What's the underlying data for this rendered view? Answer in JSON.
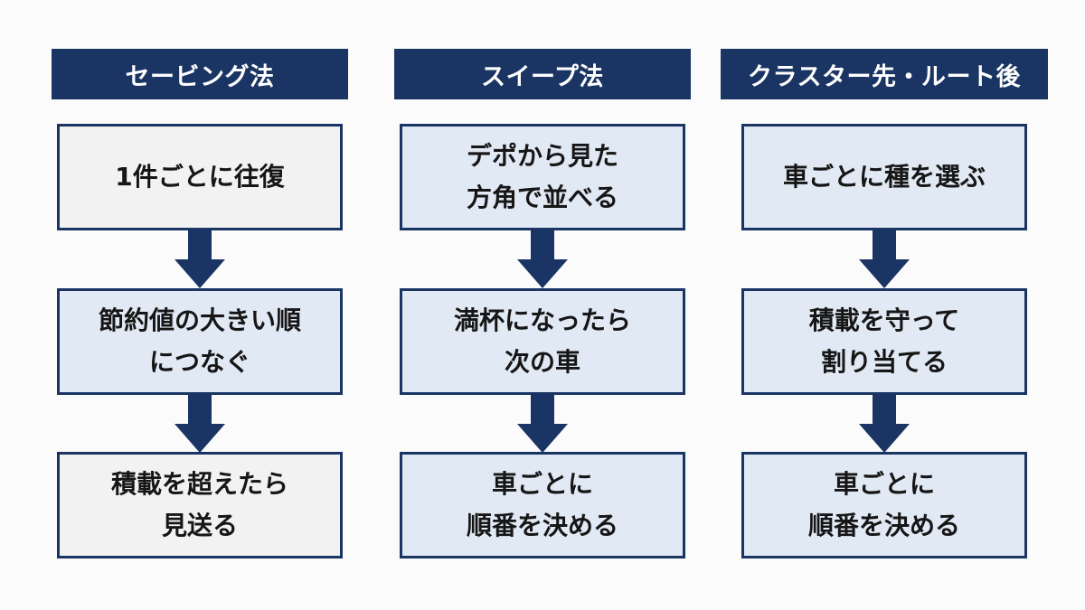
{
  "columns": [
    {
      "title": "セービング法",
      "steps": [
        {
          "text": "1件ごとに往復",
          "tone": "light"
        },
        {
          "text": "節約値の大きい順\nにつなぐ",
          "tone": "blue"
        },
        {
          "text": "積載を超えたら\n見送る",
          "tone": "light"
        }
      ]
    },
    {
      "title": "スイープ法",
      "steps": [
        {
          "text": "デポから見た\n方角で並べる",
          "tone": "blue"
        },
        {
          "text": "満杯になったら\n次の車",
          "tone": "blue"
        },
        {
          "text": "車ごとに\n順番を決める",
          "tone": "blue"
        }
      ]
    },
    {
      "title": "クラスター先・ルート後",
      "steps": [
        {
          "text": "車ごとに種を選ぶ",
          "tone": "blue"
        },
        {
          "text": "積載を守って\n割り当てる",
          "tone": "blue"
        },
        {
          "text": "車ごとに\n順番を決める",
          "tone": "blue"
        }
      ]
    }
  ],
  "colors": {
    "header_bg": "#1a3564",
    "border": "#1a3564",
    "arrow": "#1a3564",
    "box_light": "#f2f2f2",
    "box_blue": "#e1e9f4"
  }
}
